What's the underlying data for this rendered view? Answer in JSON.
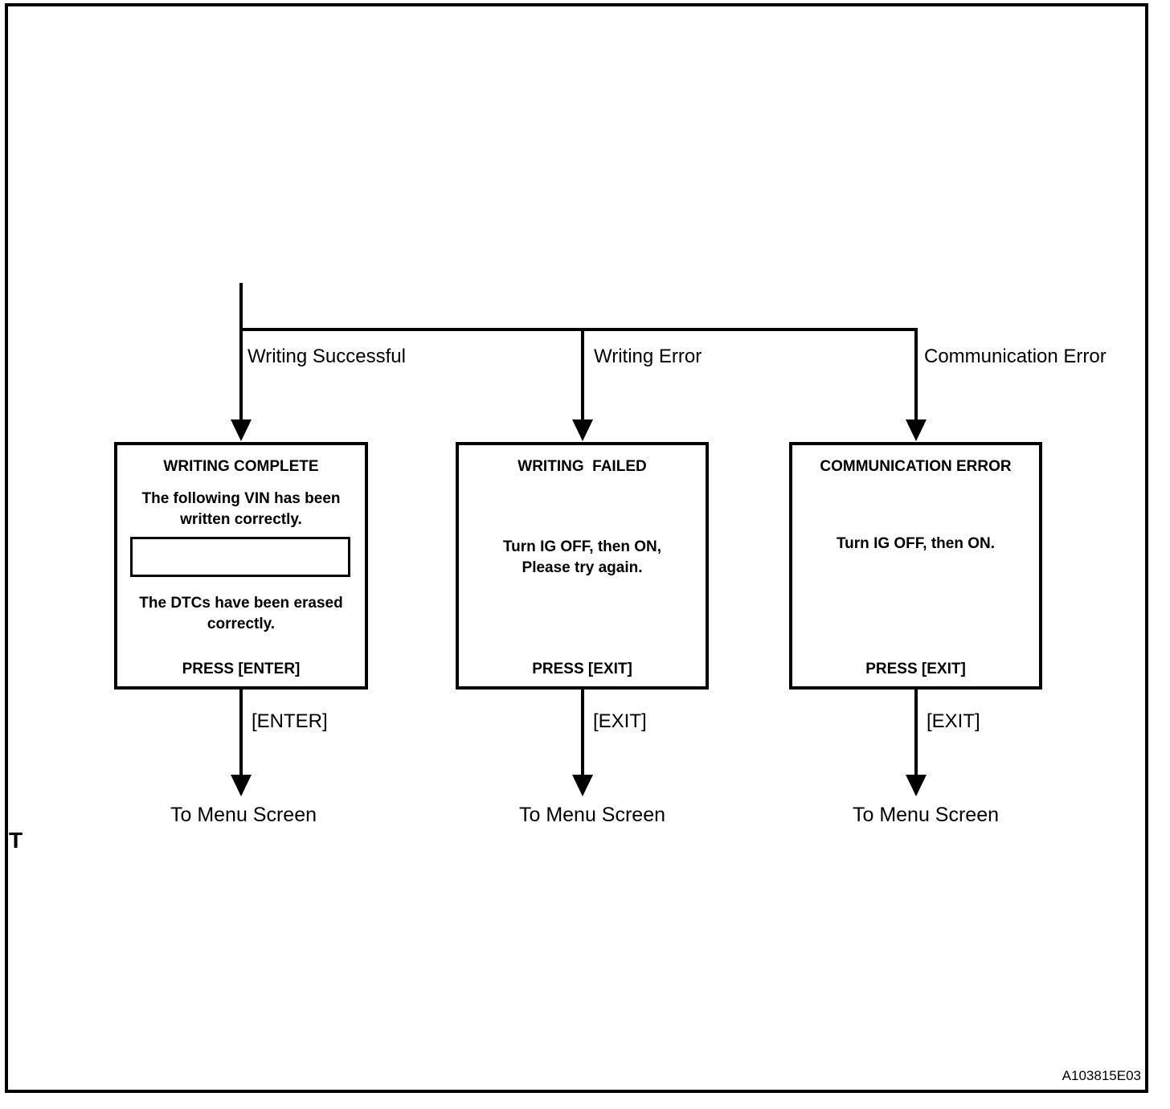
{
  "diagram": {
    "page_letter": "T",
    "figure_code": "A103815E03",
    "branches": [
      {
        "label": "Writing Successful",
        "key_label": "[ENTER]",
        "destination": "To Menu Screen",
        "box": {
          "title": "WRITING COMPLETE",
          "vin_intro": "The following VIN has been\nwritten correctly.",
          "vin_field_value": "",
          "dtc_note": "The DTCs have been erased\ncorrectly.",
          "press": "PRESS [ENTER]"
        }
      },
      {
        "label": "Writing Error",
        "key_label": "[EXIT]",
        "destination": "To Menu Screen",
        "box": {
          "title": "WRITING  FAILED",
          "body": "Turn IG OFF, then ON,\nPlease try again.",
          "press": "PRESS [EXIT]"
        }
      },
      {
        "label": "Communication Error",
        "key_label": "[EXIT]",
        "destination": "To Menu Screen",
        "box": {
          "title": "COMMUNICATION ERROR",
          "body": "Turn IG OFF, then ON.",
          "press": "PRESS [EXIT]"
        }
      }
    ]
  }
}
